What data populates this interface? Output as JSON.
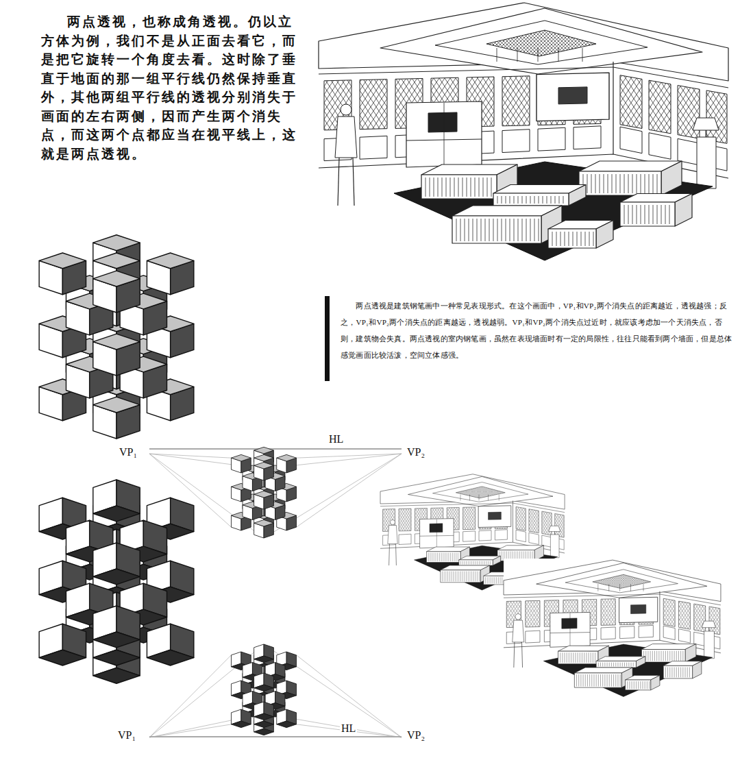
{
  "diagram": {
    "labels": [
      "两点透视，也称成角透视。仍以立方体为例，我们不是从正面去看它，而是把它旋转一个角度去看。这时除了垂直于地面的那一组平行线仍然保持垂直外，其他两组平行线的透视分别消失于画面的左右两侧，因而产生两个消失点，而这两个点都应当在视平线上，这就是两点透视。",
      "两点透视是建筑钢笔画中一种常见表现形式。在这个画面中，VP₁和VP₂两个消失点的距离越近，透视越强；反之，VP₁和VP₂两个消失点的距离越远，透视越弱。VP₁和VP₂两个消失点过近时，就应该考虑加一个天消失点，否则，建筑物会失真。两点透视的室内钢笔画，虽然在表现墙面时有一定的局限性，往往只能看到两个墙面，但是总体感觉画面比较活泼，空间立体感强。",
      "VP₁",
      "HL",
      "VP₂",
      "VP₁",
      "HL",
      "VP₂"
    ]
  }
}
